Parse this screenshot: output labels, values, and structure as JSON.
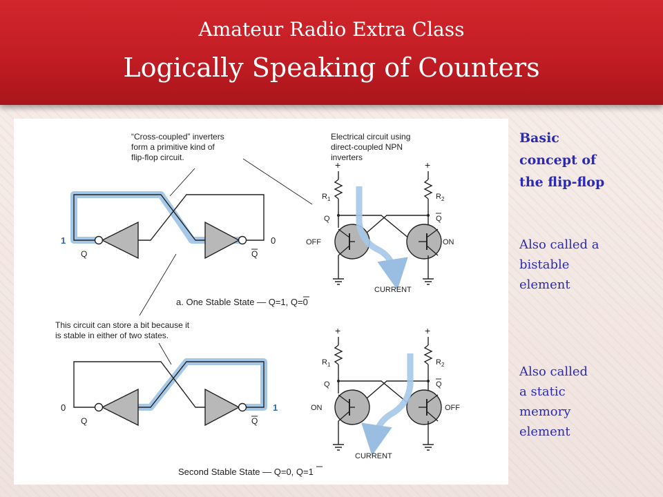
{
  "slide": {
    "subtitle": "Amateur Radio Extra Class",
    "title": "Logically Speaking of Counters"
  },
  "diagram": {
    "callout_top": [
      "“Cross-coupled” inverters",
      "form a primitive kind of",
      "flip-flop circuit."
    ],
    "callout_right": [
      "Electrical circuit using",
      "direct-coupled NPN",
      "inverters"
    ],
    "callout_middle": [
      "This circuit can store a bit because it",
      "is stable in either of two states."
    ],
    "caption_a_prefix": "a. One Stable State — Q=1, ",
    "caption_a_qbar": "Q",
    "caption_a_suffix": "=0",
    "caption_b_prefix": "Second Stable State — Q=0, ",
    "caption_b_qbar": "Q",
    "caption_b_suffix": "=1",
    "logic_a": {
      "left_value": "1",
      "right_value": "0",
      "q": "Q",
      "qbar": "Q"
    },
    "logic_b": {
      "left_value": "0",
      "right_value": "1",
      "q": "Q",
      "qbar": "Q"
    },
    "circuit_a": {
      "r1": "R",
      "r1_sub": "1",
      "r2": "R",
      "r2_sub": "2",
      "q": "Q",
      "qbar": "Q",
      "left_state": "OFF",
      "right_state": "ON",
      "current": "CURRENT",
      "plus": "+"
    },
    "circuit_b": {
      "r1": "R",
      "r1_sub": "1",
      "r2": "R",
      "r2_sub": "2",
      "q": "Q",
      "qbar": "Q",
      "left_state": "ON",
      "right_state": "OFF",
      "current": "CURRENT",
      "plus": "+"
    },
    "colors": {
      "highlight": "#a6c8e8",
      "line": "#222222",
      "gate_fill": "#b8b8b8",
      "transistor_fill": "#b5b5b5"
    }
  },
  "side_notes": {
    "heading": [
      "Basic",
      "concept of",
      "the flip-flop"
    ],
    "note1": [
      "Also called a",
      "bistable",
      "element"
    ],
    "note2": [
      "Also called",
      "a static",
      "memory",
      "element"
    ]
  }
}
